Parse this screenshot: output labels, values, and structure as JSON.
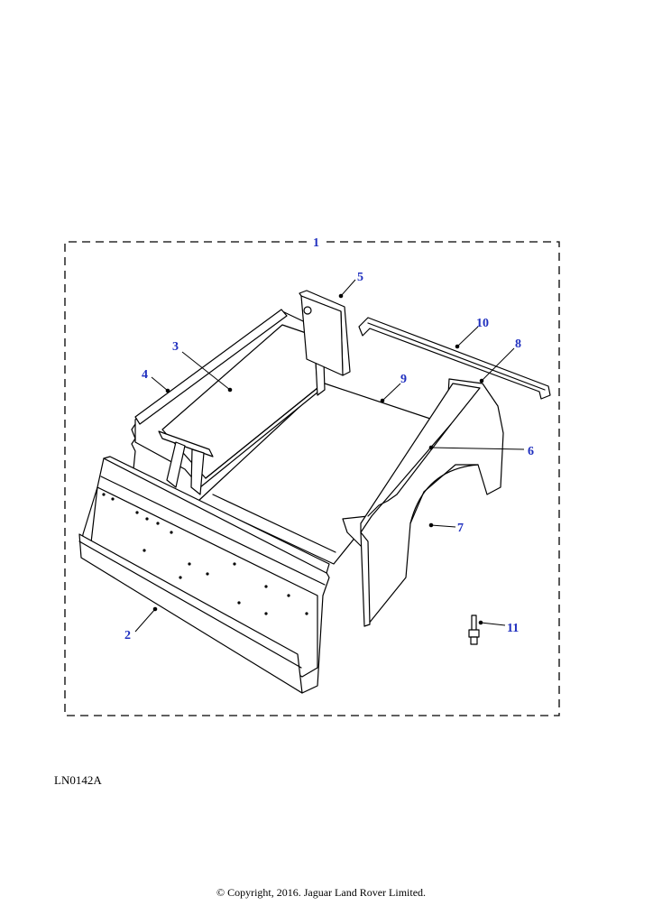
{
  "callouts": [
    {
      "id": "c1",
      "label": "1"
    },
    {
      "id": "c2",
      "label": "2"
    },
    {
      "id": "c3",
      "label": "3"
    },
    {
      "id": "c4",
      "label": "4"
    },
    {
      "id": "c5",
      "label": "5"
    },
    {
      "id": "c6",
      "label": "6"
    },
    {
      "id": "c7",
      "label": "7"
    },
    {
      "id": "c8",
      "label": "8"
    },
    {
      "id": "c9",
      "label": "9"
    },
    {
      "id": "c10",
      "label": "10"
    },
    {
      "id": "c11",
      "label": "11"
    }
  ],
  "colors": {
    "callout": "#1f2fbf",
    "line": "#000000",
    "fill": "#ffffff"
  },
  "diagram_code": "LN0142A",
  "copyright": "© Copyright, 2016. Jaguar Land Rover Limited."
}
